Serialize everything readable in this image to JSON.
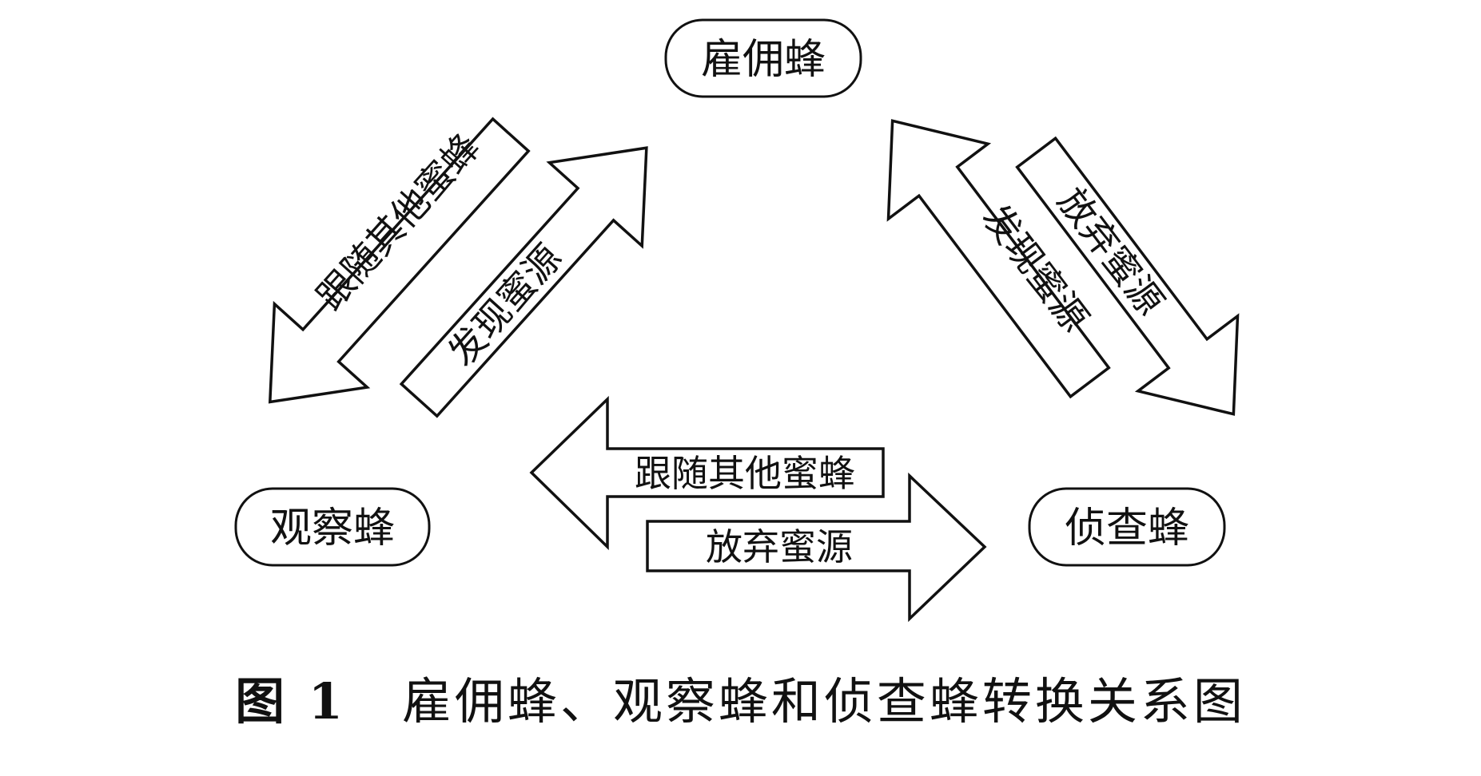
{
  "nodes": {
    "employed": "雇佣蜂",
    "onlooker": "观察蜂",
    "scout": "侦查蜂"
  },
  "arrows": {
    "onlooker_to_employed": "发现蜜源",
    "employed_to_onlooker": "跟随其他蜜蜂",
    "scout_to_employed": "发现蜜源",
    "employed_to_scout": "放弃蜜源",
    "scout_to_onlooker": "跟随其他蜜蜂",
    "onlooker_to_scout": "放弃蜜源"
  },
  "caption": {
    "label": "图 1",
    "text": "雇佣蜂、观察蜂和侦查蜂转换关系图"
  },
  "colors": {
    "stroke": "#111111",
    "background": "#ffffff"
  }
}
